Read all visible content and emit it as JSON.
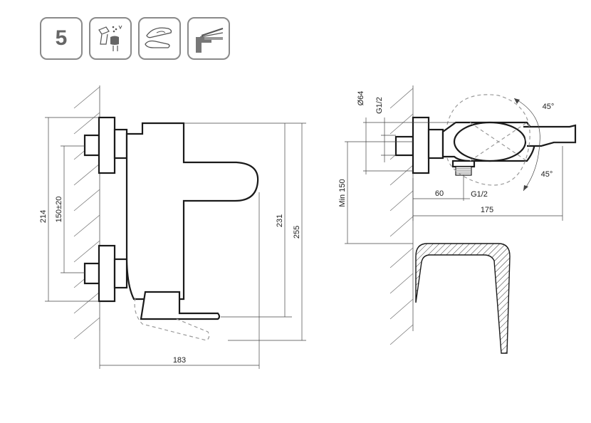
{
  "icons": {
    "badge_number": "5",
    "items": [
      "number-5-badge-icon",
      "cleaning-spray-icon",
      "comfort-lever-hand-icon",
      "lever-mixer-icon"
    ]
  },
  "front_view": {
    "dim_214": "214",
    "dim_150": "150±20",
    "dim_231": "231",
    "dim_255": "255",
    "dim_183": "183"
  },
  "side_view": {
    "dim_d64": "Ø64",
    "dim_g12_top": "G1/2",
    "dim_45_top": "45°",
    "dim_45_bottom": "45°",
    "dim_60": "60",
    "dim_g12_bottom": "G1/2",
    "dim_min150": "Min 150",
    "dim_175": "175"
  },
  "colors": {
    "outline": "#1a1a1a",
    "dimension": "#444444",
    "dashed": "#9a9a9a",
    "badge_border": "#8a8a8a"
  }
}
